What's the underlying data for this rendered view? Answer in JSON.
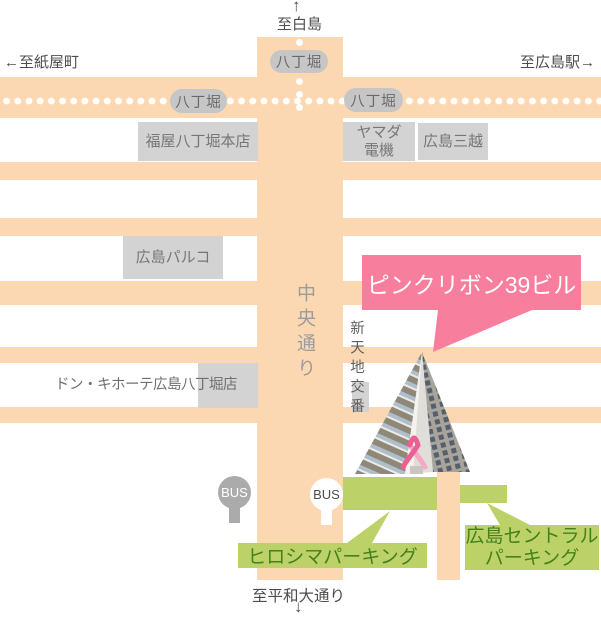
{
  "directions": {
    "north_arrow": "↑",
    "north": "至白島",
    "west": "←至紙屋町",
    "east": "至広島駅→",
    "south": "至平和大通り",
    "south_arrow": "↓"
  },
  "tram_stops": [
    {
      "label": "八丁堀"
    },
    {
      "label": "八丁堀"
    },
    {
      "label": "八丁堀"
    }
  ],
  "streets": {
    "central_avenue": "中央通り"
  },
  "landmarks": {
    "fukuya": "福屋八丁堀本店",
    "yamada": [
      "ヤマダ",
      "電機"
    ],
    "mitsukoshi": "広島三越",
    "parco": "広島パルコ",
    "don_quijote": "ドン・キホーテ広島八丁堀店",
    "koban": "新天地交番"
  },
  "destination": "ピンクリボン39ビル",
  "parking": {
    "hiroshima_parking": "ヒロシマパーキング",
    "central_parking": [
      "広島セントラル",
      "パーキング"
    ]
  },
  "bus_stops": [
    {
      "label": "BUS"
    },
    {
      "label": "BUS"
    }
  ],
  "colors": {
    "road": "#fbd8b2",
    "tram_dot": "#ffffff",
    "building_box": "#d3d3d3",
    "station_badge": "#c6c6c6",
    "destination_pink": "#f87e9e",
    "parking_green": "#bcd269",
    "parking_text_green": "#45801c",
    "bus_gray": "#ababab",
    "direction_text": "#4d4d4d"
  }
}
